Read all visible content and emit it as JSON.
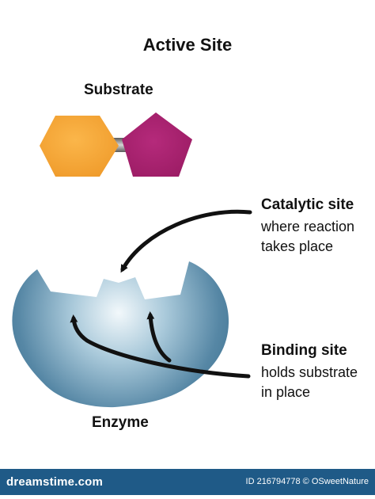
{
  "title": "Active Site",
  "substrate": {
    "label": "Substrate"
  },
  "catalytic_site": {
    "title": "Catalytic site",
    "line1": "where reaction",
    "line2": "takes place"
  },
  "binding_site": {
    "title": "Binding site",
    "line1": "holds substrate",
    "line2": "in place"
  },
  "enzyme": {
    "label": "Enzyme"
  },
  "footer": {
    "brand": "dreamstime.com",
    "id_text": "ID 216794778 © OSweetNature"
  },
  "colors": {
    "hexagon": "#f5a235",
    "pentagon": "#a8216e",
    "connector": "#7a7a7a",
    "enzyme_dark": "#3f7291",
    "enzyme_light": "#e9f3f8",
    "arrow": "#111111",
    "footer": "#1f5a87"
  },
  "icons": [
    "hexagon-shape",
    "pentagon-shape",
    "curved-arrow",
    "enzyme-shape"
  ]
}
